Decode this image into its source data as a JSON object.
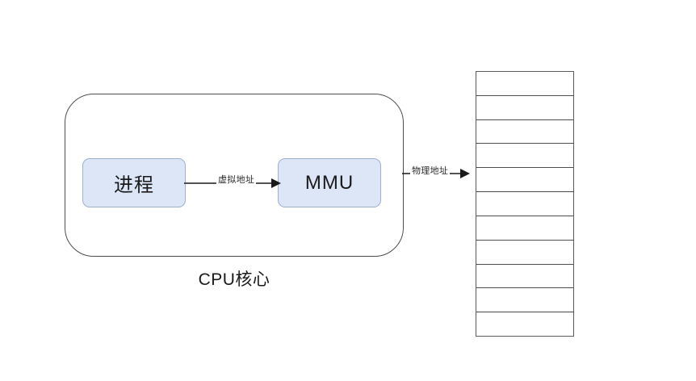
{
  "diagram": {
    "title": "CPU memory address translation diagram",
    "background_color": "#ffffff"
  },
  "cpu_core": {
    "caption": "CPU核心",
    "border_color": "#4d4d4d",
    "nodes": [
      {
        "id": "process",
        "label": "进程",
        "fill": "#dce6f7",
        "border": "#9db0d2"
      },
      {
        "id": "mmu",
        "label": "MMU",
        "fill": "#dce6f7",
        "border": "#9db0d2"
      }
    ]
  },
  "edges": [
    {
      "id": "virtual-address",
      "label": "虚拟地址",
      "from": "process",
      "to": "mmu"
    },
    {
      "id": "physical-address",
      "label": "物理地址",
      "from": "cpu-core",
      "to": "memory"
    }
  ],
  "memory": {
    "name": "memory-table",
    "row_count": 11,
    "border_color": "#4d4d4d",
    "fill": "#ffffff",
    "rows": [
      "",
      "",
      "",
      "",
      "",
      "",
      "",
      "",
      "",
      "",
      ""
    ]
  }
}
